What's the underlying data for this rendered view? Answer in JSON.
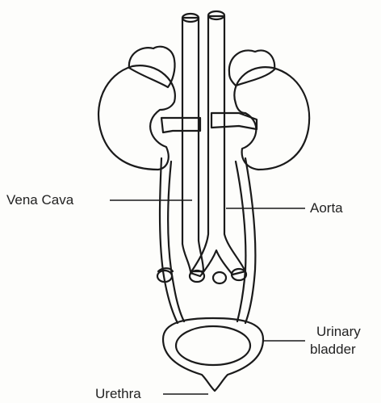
{
  "labels": {
    "vena_cava": "Vena Cava",
    "aorta": "Aorta",
    "urinary_bladder_line1": "Urinary",
    "urinary_bladder_line2": "bladder",
    "urethra": "Urethra"
  },
  "colors": {
    "outline": "#1a1a1a",
    "aorta_fill": "#a9a9a9",
    "vena_cava_fill": "#f4f4f4",
    "background": "#fdfdfb",
    "adrenal_fill": "#e4e4e4"
  }
}
